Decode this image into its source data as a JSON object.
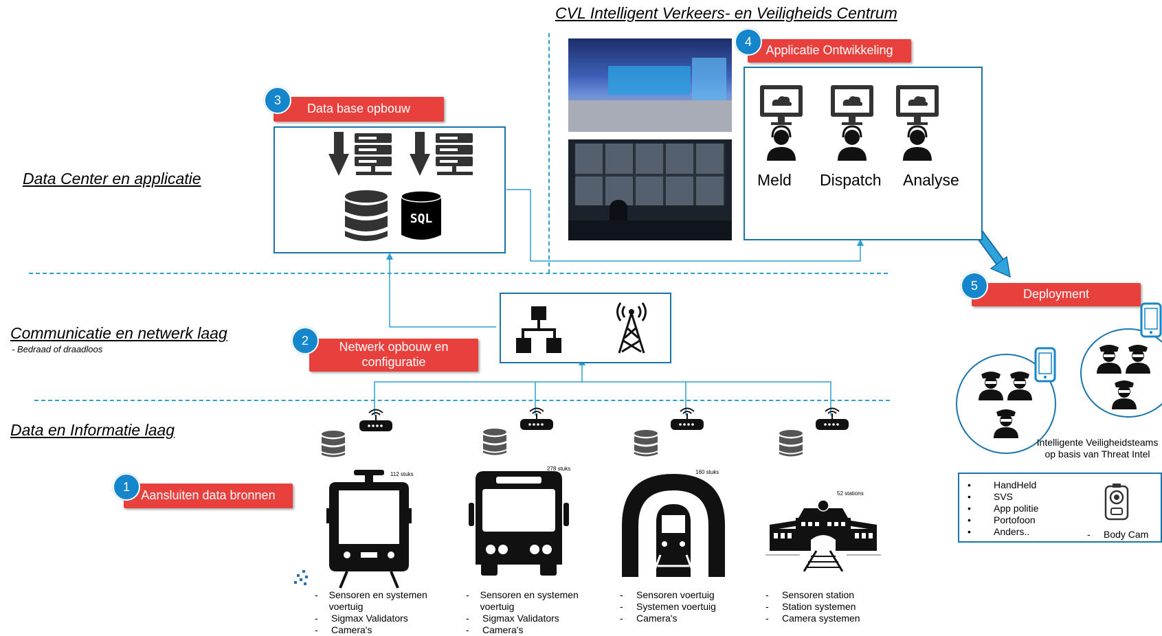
{
  "title": "CVL Intelligent Verkeers- en Veiligheids Centrum",
  "layers": {
    "datacenter": "Data Center en applicatie",
    "communication": "Communicatie en netwerk laag",
    "communication_sub": "- Bedraad of draadloos",
    "data": "Data en Informatie laag"
  },
  "steps": [
    {
      "num": "1",
      "label": "Aansluiten  data bronnen"
    },
    {
      "num": "2",
      "label": "Netwerk opbouw en configuratie"
    },
    {
      "num": "3",
      "label": "Data base opbouw"
    },
    {
      "num": "4",
      "label": "Applicatie Ontwikkeling"
    },
    {
      "num": "5",
      "label": "Deployment"
    }
  ],
  "application": {
    "roles": [
      "Meld",
      "Dispatch",
      "Analyse"
    ]
  },
  "sources": [
    {
      "count": "112 stuks",
      "lines": [
        "Sensoren en systemen voertuig",
        "Sigmax Validators",
        "Camera's"
      ]
    },
    {
      "count": "278 stuks",
      "lines": [
        "Sensoren en systemen voertuig",
        "Sigmax Validators",
        "Camera's"
      ]
    },
    {
      "count": "160 stuks",
      "lines": [
        "Sensoren voertuig",
        "Systemen voertuig",
        "Camera's"
      ]
    },
    {
      "count": "52 stations",
      "lines": [
        "Sensoren station",
        "Station systemen",
        "Camera systemen"
      ]
    }
  ],
  "teams": {
    "caption": "Intelligente Veiligheidsteams  op basis van Threat Intel",
    "devices": [
      "HandHeld",
      "SVS",
      "App politie",
      "Portofoon",
      "Anders.."
    ],
    "bodycam": "Body Cam"
  },
  "colors": {
    "accent": "#e8403c",
    "badge": "#1586cc",
    "line": "#2c9fd0",
    "box": "#1a74ab"
  }
}
